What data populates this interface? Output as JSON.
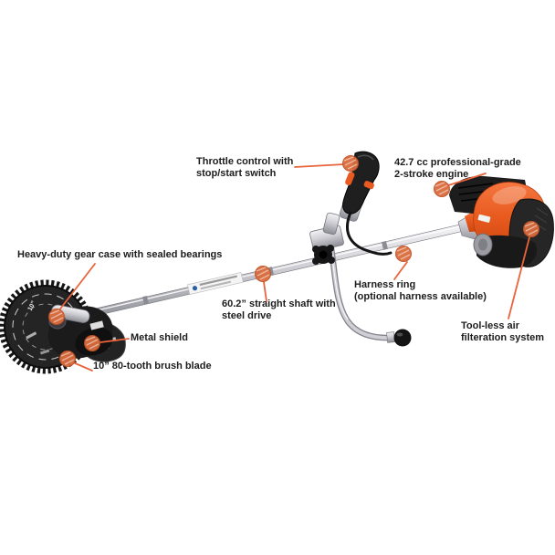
{
  "diagram": {
    "title": "brush cutter feature callout diagram",
    "background_color": "#ffffff",
    "accent_color": "#e8643c",
    "dot_color": "#db6c3d"
  },
  "callouts": [
    {
      "id": "throttle",
      "text": "Throttle control with\nstop/start switch"
    },
    {
      "id": "engine",
      "text": "42.7 cc professional-grade\n2-stroke engine"
    },
    {
      "id": "gear-case",
      "text": "Heavy-duty gear case with sealed bearings"
    },
    {
      "id": "shaft",
      "text": "60.2” straight shaft with\nsteel drive"
    },
    {
      "id": "harness",
      "text": "Harness ring\n(optional harness available)"
    },
    {
      "id": "air-filter",
      "text": "Tool-less air\nfilteration system"
    },
    {
      "id": "shield",
      "text": "Metal shield"
    },
    {
      "id": "blade",
      "text": "10” 80-tooth brush blade"
    }
  ]
}
